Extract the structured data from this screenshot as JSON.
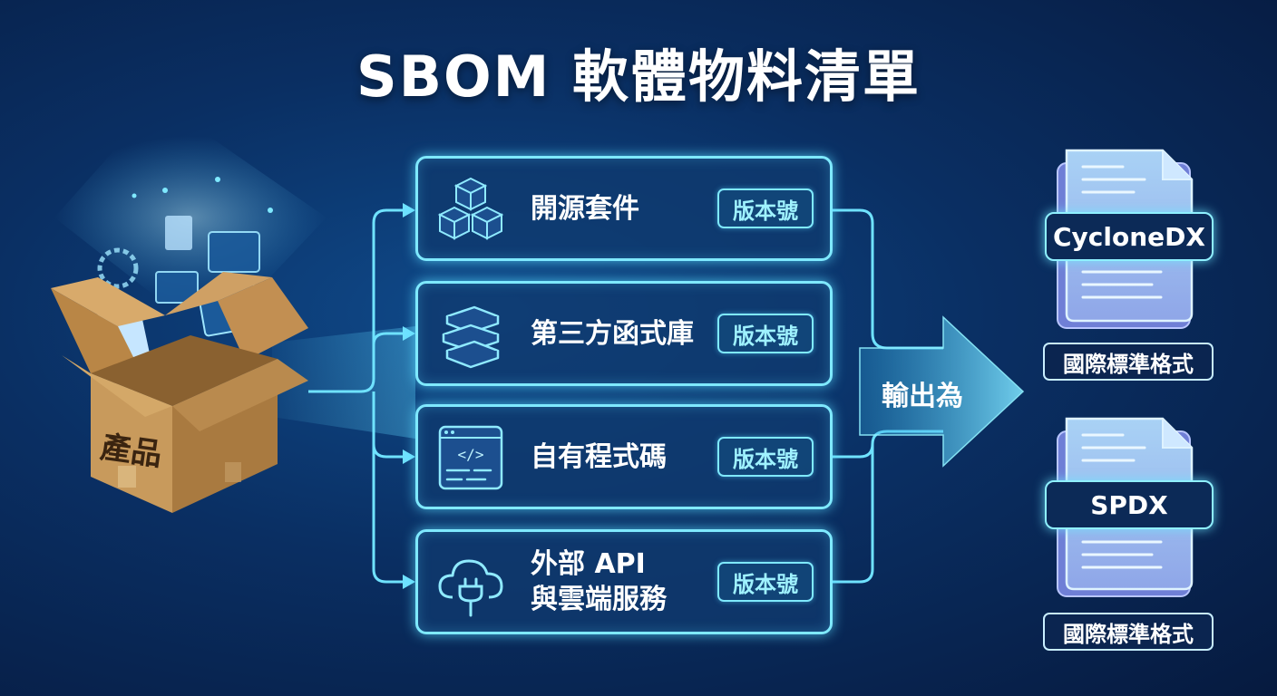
{
  "title": "SBOM 軟體物料清單",
  "product": {
    "label": "產品",
    "icon": "open-box-icon"
  },
  "components": [
    {
      "label_lines": [
        "開源套件"
      ],
      "icon": "blocks-icon",
      "version": "版本號"
    },
    {
      "label_lines": [
        "第三方函式庫"
      ],
      "icon": "books-icon",
      "version": "版本號"
    },
    {
      "label_lines": [
        "自有程式碼"
      ],
      "icon": "code-window-icon",
      "version": "版本號"
    },
    {
      "label_lines": [
        "外部 API",
        "與雲端服務"
      ],
      "icon": "cloud-plug-icon",
      "version": "版本號"
    }
  ],
  "output_label": "輸出為",
  "formats": [
    {
      "name": "CycloneDX",
      "standard": "國際標準格式",
      "icon": "document-stack-icon"
    },
    {
      "name": "SPDX",
      "standard": "國際標準格式",
      "icon": "document-stack-icon"
    }
  ],
  "colors": {
    "background": "#0a2f63",
    "accent_cyan": "#7fe9ff",
    "box_fill": "#103a6e",
    "document_fill": "#9fc6ee",
    "cardboard": "#c89a5c"
  }
}
